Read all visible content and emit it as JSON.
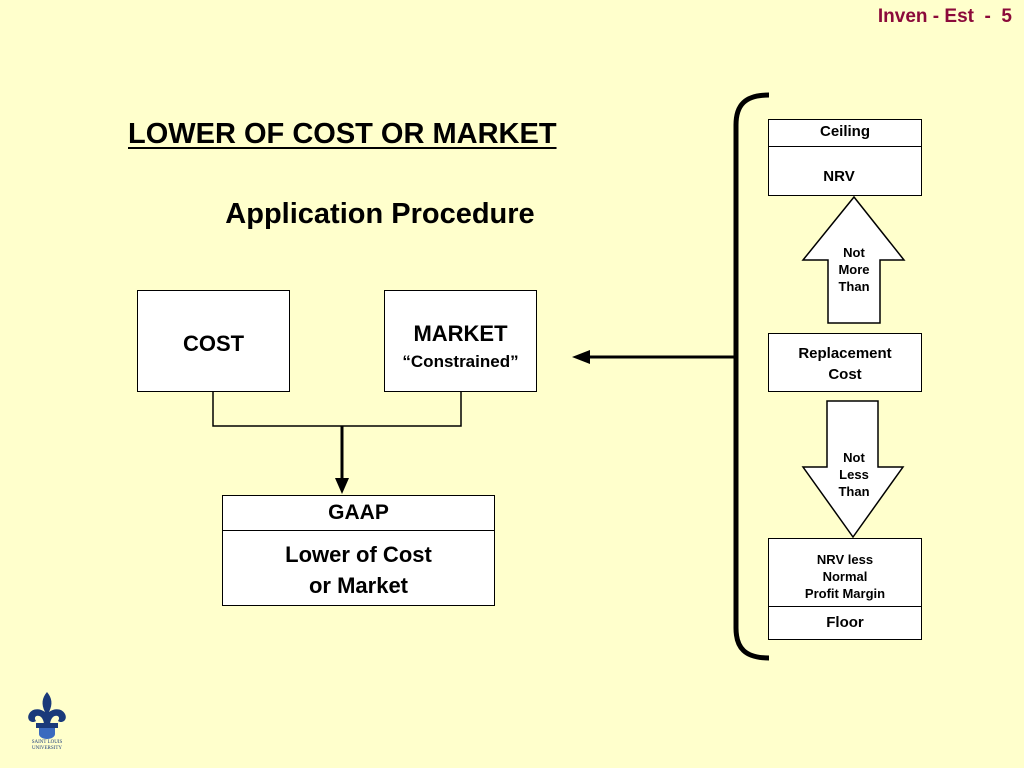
{
  "header": {
    "slide_label": "Inven - Est  -  5"
  },
  "title": "LOWER OF COST OR MARKET",
  "subtitle": "Application Procedure",
  "boxes": {
    "cost": "COST",
    "market": {
      "label": "MARKET",
      "sub": "“Constrained”"
    },
    "gaap": {
      "head": "GAAP",
      "line1": "Lower of Cost",
      "line2": "or Market"
    },
    "ceiling": {
      "head": "Ceiling",
      "body": "NRV"
    },
    "replacement": {
      "line1": "Replacement",
      "line2": "Cost"
    },
    "floor": {
      "line1": "NRV less",
      "line2": "Normal",
      "line3": "Profit Margin",
      "foot": "Floor"
    }
  },
  "arrows": {
    "up": {
      "line1": "Not",
      "line2": "More",
      "line3": "Than"
    },
    "down": {
      "line1": "Not",
      "line2": "Less",
      "line3": "Than"
    }
  },
  "logo": {
    "line1": "SAINT LOUIS",
    "line2": "UNIVERSITY"
  },
  "colors": {
    "background": "#FFFFCC",
    "slide_label": "#8B0A3A",
    "logo": "#1a3a7a"
  }
}
